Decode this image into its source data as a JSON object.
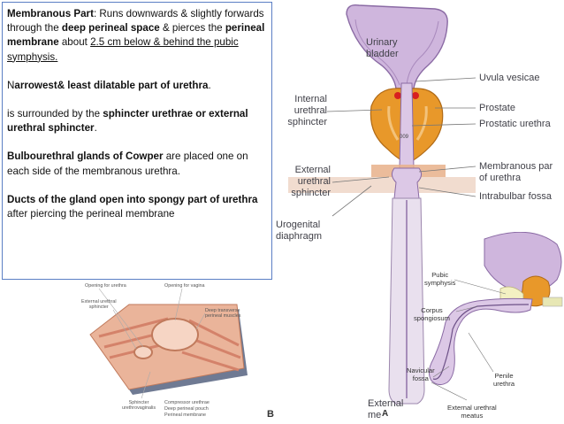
{
  "text_panel": {
    "p1": {
      "heading": "Membranous Part",
      "a": ": Runs downwards & slightly forwards through the ",
      "b": "deep perineal space",
      "c": " & pierces the ",
      "d": "perineal membrane",
      "e": " about ",
      "f": "2.5 cm below & behind the pubic symphysis."
    },
    "p2": {
      "a": "N",
      "b": "arrowest& least dilatable part of urethra",
      "c": "."
    },
    "p3": {
      "a": "is surrounded by the ",
      "b": "sphincter urethrae or external urethral sphincter",
      "c": "."
    },
    "p4": {
      "a": "Bulbourethral glands of Cowper",
      "b": " are placed one on each side of the membranous urethra."
    },
    "p5": {
      "a": "Ducts  of the gland open into  spongy part of urethra",
      "b": " after piercing the perineal membrane"
    }
  },
  "main_diagram": {
    "left_labels": {
      "internal_sphincter": "Internal\nurethral\nsphincter",
      "external_sphincter": "External\nurethral\nsphincter",
      "urogenital": "Urogenital\ndiaphragm",
      "external_meatus": "External\nme"
    },
    "bladder_label": "Urinary\nbladder",
    "center_label": "009",
    "right_labels": {
      "uvula": "Uvula vesicae",
      "prostate": "Prostate",
      "prostatic_urethra": "Prostatic urethra",
      "membranous": "Membranous par\nof urethra",
      "intrabulbar": "Intrabulbar fossa"
    }
  },
  "figure_letters": {
    "a": "A",
    "b": "B"
  },
  "sagittal_diagram": {
    "pubic_symphysis": "Pubic\nsymphysis",
    "corpus": "Corpus\nspongiosum",
    "navicular": "Navicular\nfossa",
    "penile": "Penile\nurethra",
    "meatus": "External urethral\nmeatus"
  },
  "perineal_diagram": {
    "opening_urethra": "Opening for urethra",
    "opening_vagina": "Opening for vagina",
    "ext_sphincter": "External urethral\nsphincter",
    "deep_transverse": "Deep transverse\nperineal muscles",
    "sphincter_urethrovaginalis": "Sphincter\nurethrovaginalis",
    "compressor": "Compressor urethrae",
    "deep_pouch": "Deep perineal pouch",
    "membrane": "Perineal membrane"
  },
  "colors": {
    "bladder": "#cfb6dd",
    "prostate": "#e8982a",
    "muscle": "#e7b08a",
    "uvula_dot": "#d82020",
    "panel_border": "#5b7fc4"
  }
}
